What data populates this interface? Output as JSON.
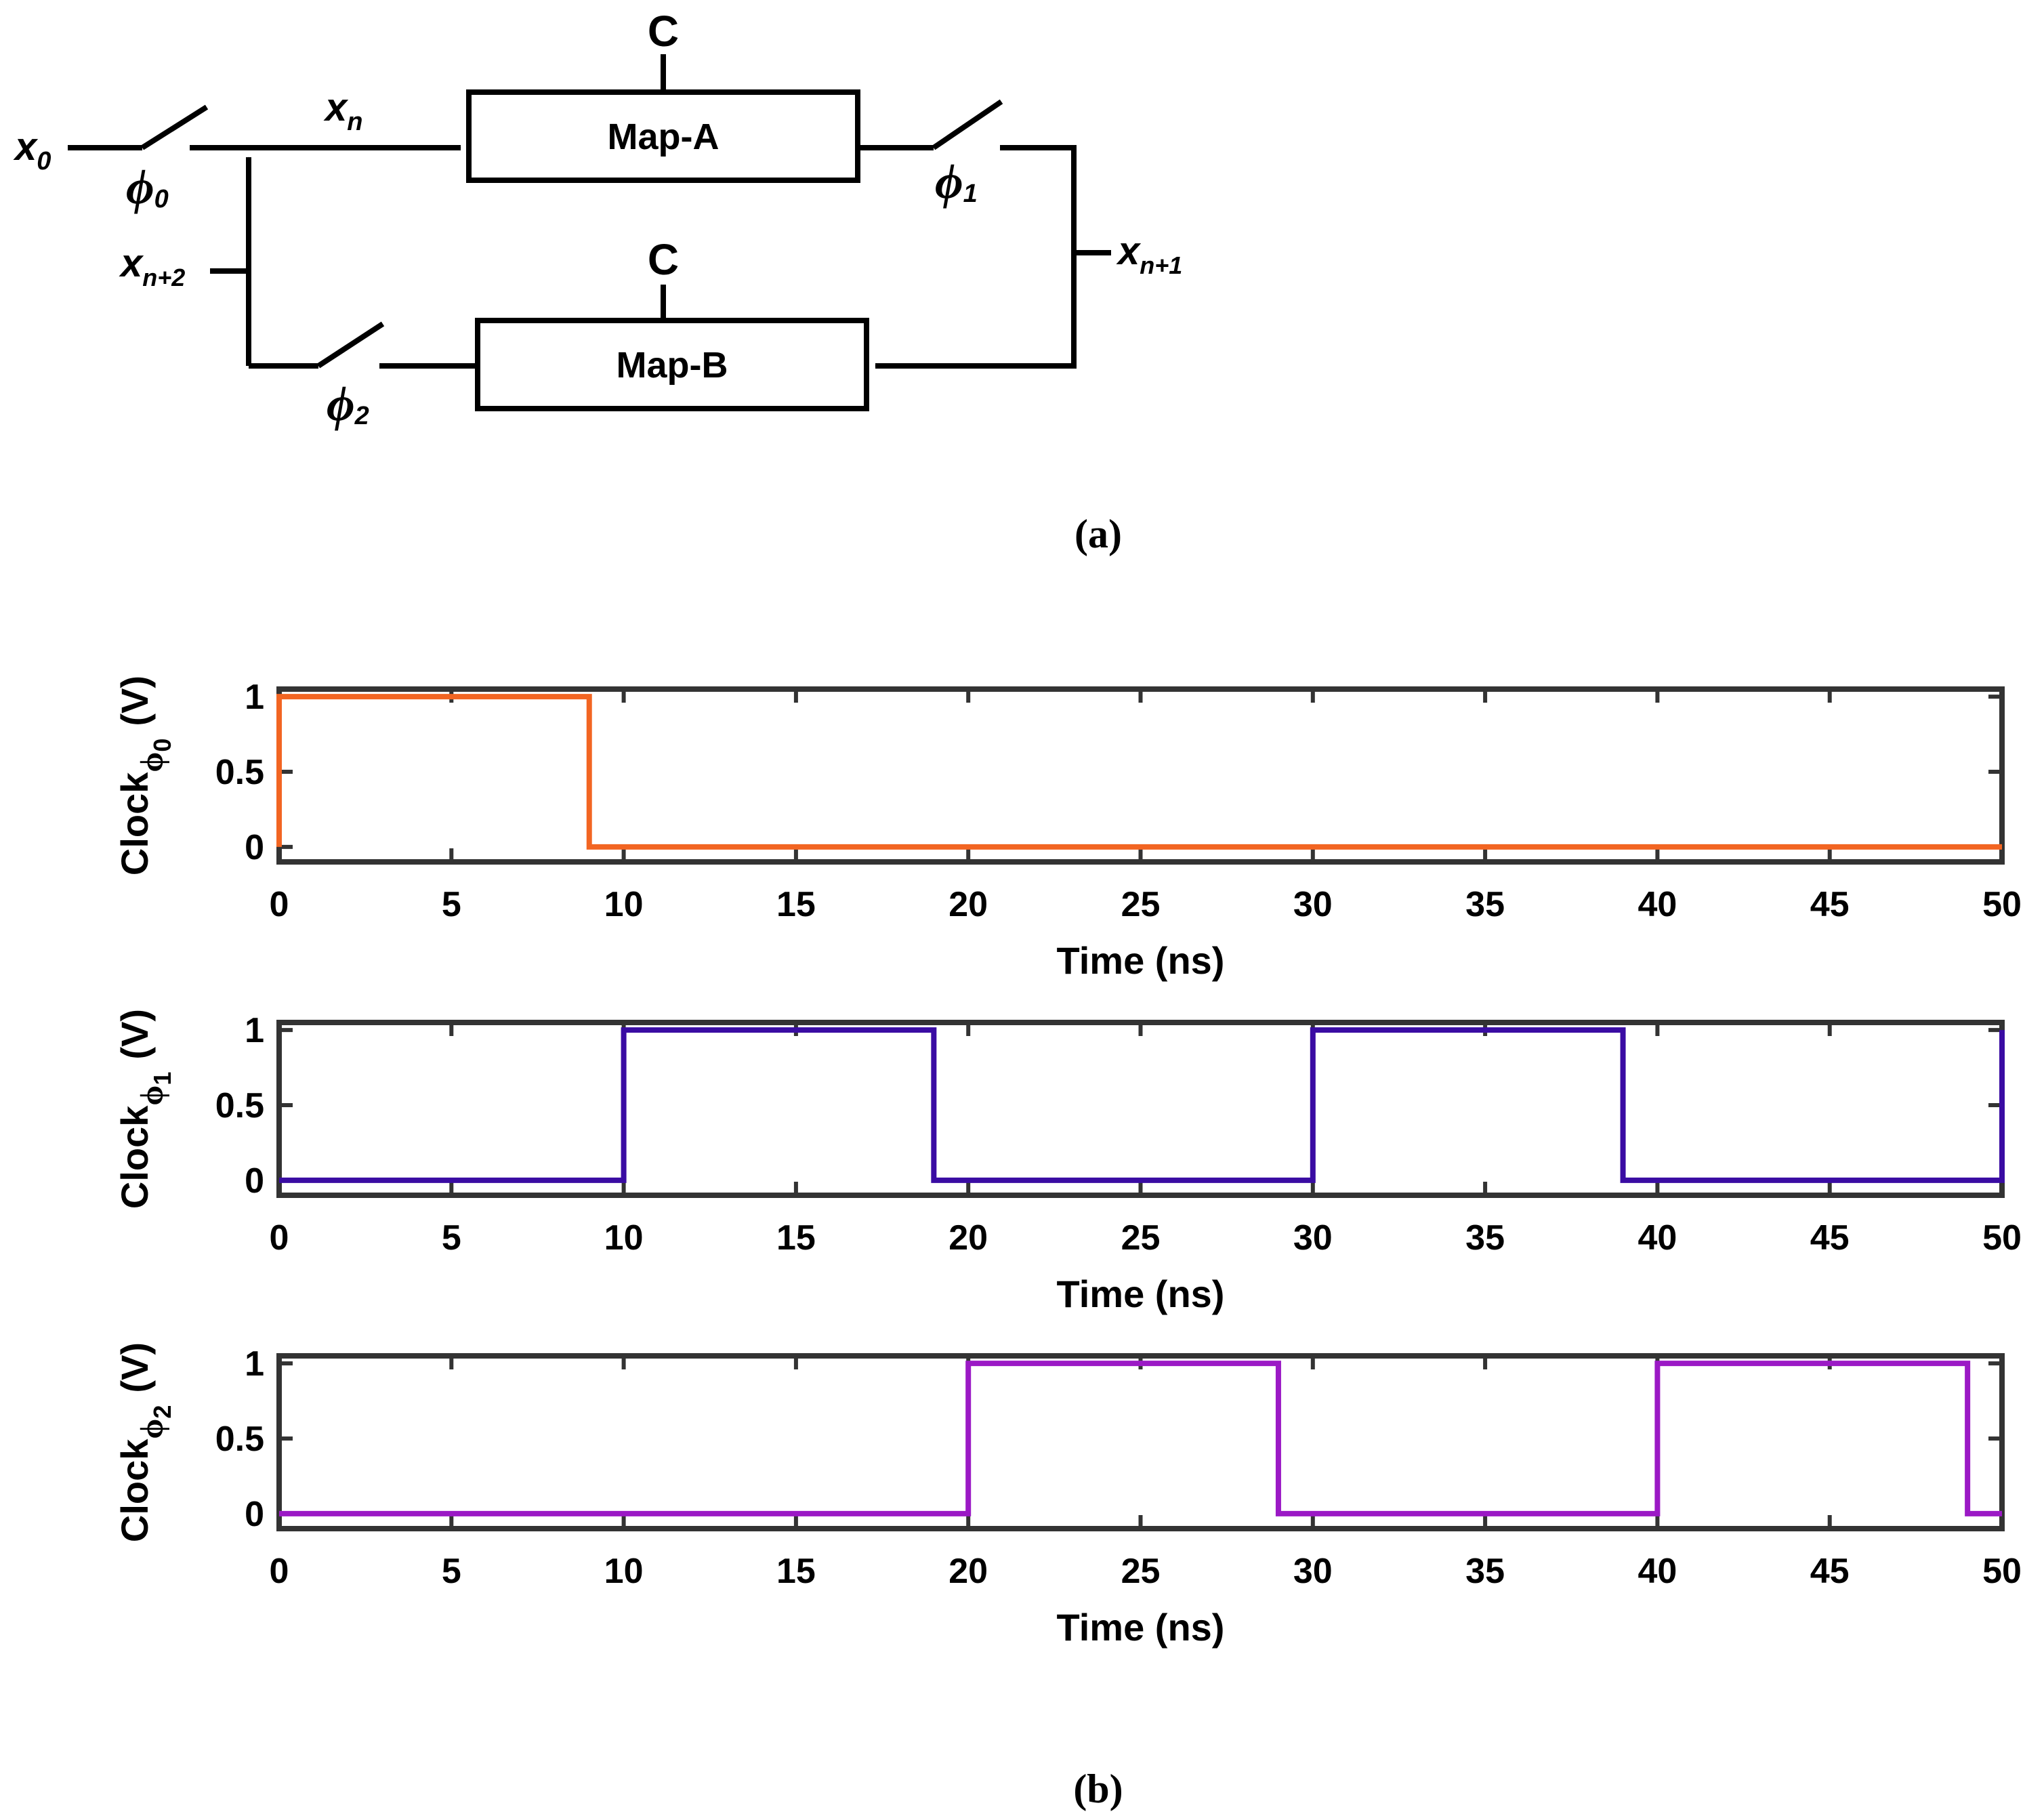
{
  "diagram": {
    "block_a_label": "Map-A",
    "block_b_label": "Map-B",
    "param_a_label": "C",
    "param_b_label": "C",
    "x0_base": "x",
    "x0_sub": "0",
    "xn_base": "x",
    "xn_sub": "n",
    "xn1_base": "x",
    "xn1_sub": "n+1",
    "xn2_base": "x",
    "xn2_sub": "n+2",
    "phi0_base": "ϕ",
    "phi0_sub": "0",
    "phi1_base": "ϕ",
    "phi1_sub": "1",
    "phi2_base": "ϕ",
    "phi2_sub": "2",
    "caption_a": "(a)"
  },
  "chart_data": [
    {
      "type": "line",
      "step": true,
      "color": "#f26522",
      "ylabel": "Clock",
      "ylabel_sub": "ϕ",
      "ylabel_subsub": "0",
      "ylabel_unit": "(V)",
      "xlabel": "Time (ns)",
      "xlim": [
        0,
        50
      ],
      "ylim": [
        -0.1,
        1.05
      ],
      "xticks": [
        "0",
        "5",
        "10",
        "15",
        "20",
        "25",
        "30",
        "35",
        "40",
        "45",
        "50"
      ],
      "yticks": [
        "0",
        "0.5",
        "1"
      ],
      "series": [
        {
          "x": [
            0,
            0,
            9,
            9,
            50
          ],
          "y": [
            0,
            1,
            1,
            0,
            0
          ]
        }
      ]
    },
    {
      "type": "line",
      "step": true,
      "color": "#3a0ca3",
      "ylabel": "Clock",
      "ylabel_sub": "ϕ",
      "ylabel_subsub": "1",
      "ylabel_unit": "(V)",
      "xlabel": "Time (ns)",
      "xlim": [
        0,
        50
      ],
      "ylim": [
        -0.1,
        1.05
      ],
      "xticks": [
        "0",
        "5",
        "10",
        "15",
        "20",
        "25",
        "30",
        "35",
        "40",
        "45",
        "50"
      ],
      "yticks": [
        "0",
        "0.5",
        "1"
      ],
      "series": [
        {
          "x": [
            0,
            10,
            10,
            19,
            19,
            30,
            30,
            39,
            39,
            50,
            50
          ],
          "y": [
            0,
            0,
            1,
            1,
            0,
            0,
            1,
            1,
            0,
            0,
            1
          ]
        }
      ]
    },
    {
      "type": "line",
      "step": true,
      "color": "#9b19c5",
      "ylabel": "Clock",
      "ylabel_sub": "ϕ",
      "ylabel_subsub": "2",
      "ylabel_unit": "(V)",
      "xlabel": "Time (ns)",
      "xlim": [
        0,
        50
      ],
      "ylim": [
        -0.1,
        1.05
      ],
      "xticks": [
        "0",
        "5",
        "10",
        "15",
        "20",
        "25",
        "30",
        "35",
        "40",
        "45",
        "50"
      ],
      "yticks": [
        "0",
        "0.5",
        "1"
      ],
      "series": [
        {
          "x": [
            0,
            20,
            20,
            29,
            29,
            40,
            40,
            49,
            49,
            50
          ],
          "y": [
            0,
            0,
            1,
            1,
            0,
            0,
            1,
            1,
            0,
            0
          ]
        }
      ]
    }
  ],
  "caption_b": "(b)"
}
